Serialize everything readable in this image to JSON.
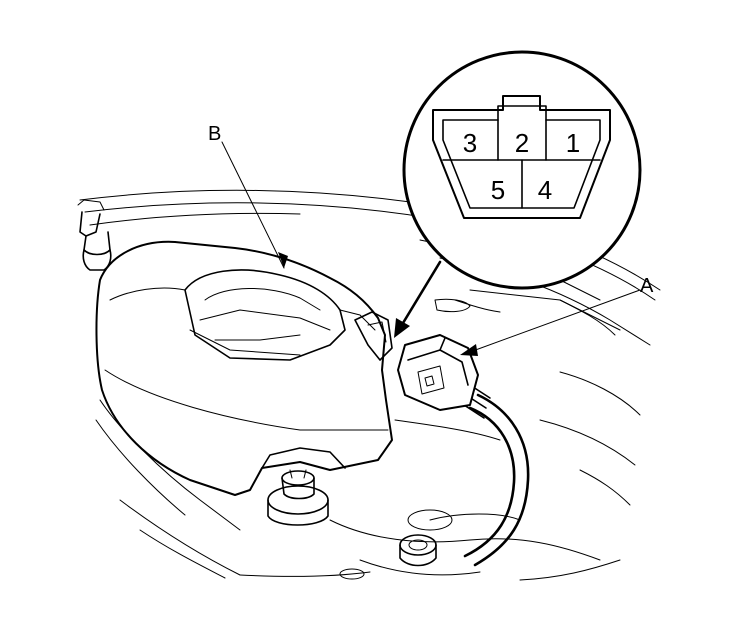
{
  "labels": {
    "A": "A",
    "B": "B"
  },
  "connector_pins": [
    "3",
    "2",
    "1",
    "5",
    "4"
  ]
}
